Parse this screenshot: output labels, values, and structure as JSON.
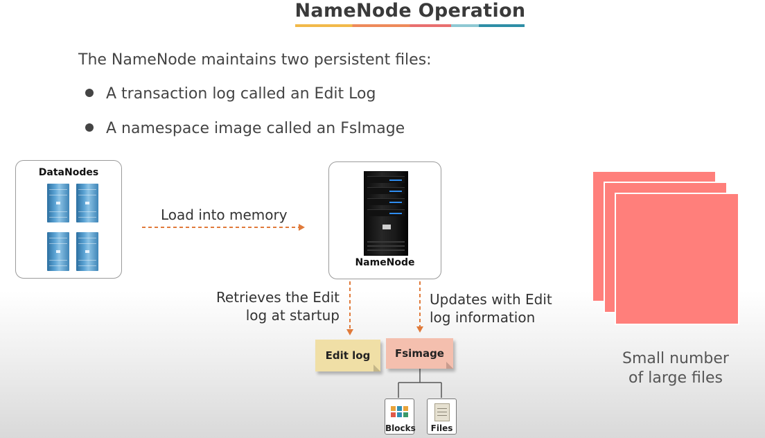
{
  "title": "NameNode Operation",
  "intro": "The NameNode maintains two persistent files:",
  "bullets": [
    "A transaction log called an Edit Log",
    "A namespace image called an FsImage"
  ],
  "diagram": {
    "datanodes_label": "DataNodes",
    "namenode_label": "NameNode",
    "load_label": "Load into memory",
    "retrieves_line1": "Retrieves the Edit",
    "retrieves_line2": "log at startup",
    "updates_line1": "Updates with Edit",
    "updates_line2": "log information",
    "editlog_label": "Edit log",
    "fsimage_label": "Fsimage",
    "blocks_label": "Blocks",
    "files_label": "Files",
    "small_line1": "Small number",
    "small_line2": "of large files"
  },
  "colors": {
    "arrow": "#e07a3a",
    "editlog_note": "#f0dfa6",
    "fsimage_note": "#f4bfae",
    "large_files": "#ff7f7b",
    "server_blue": "#4b94c8"
  }
}
